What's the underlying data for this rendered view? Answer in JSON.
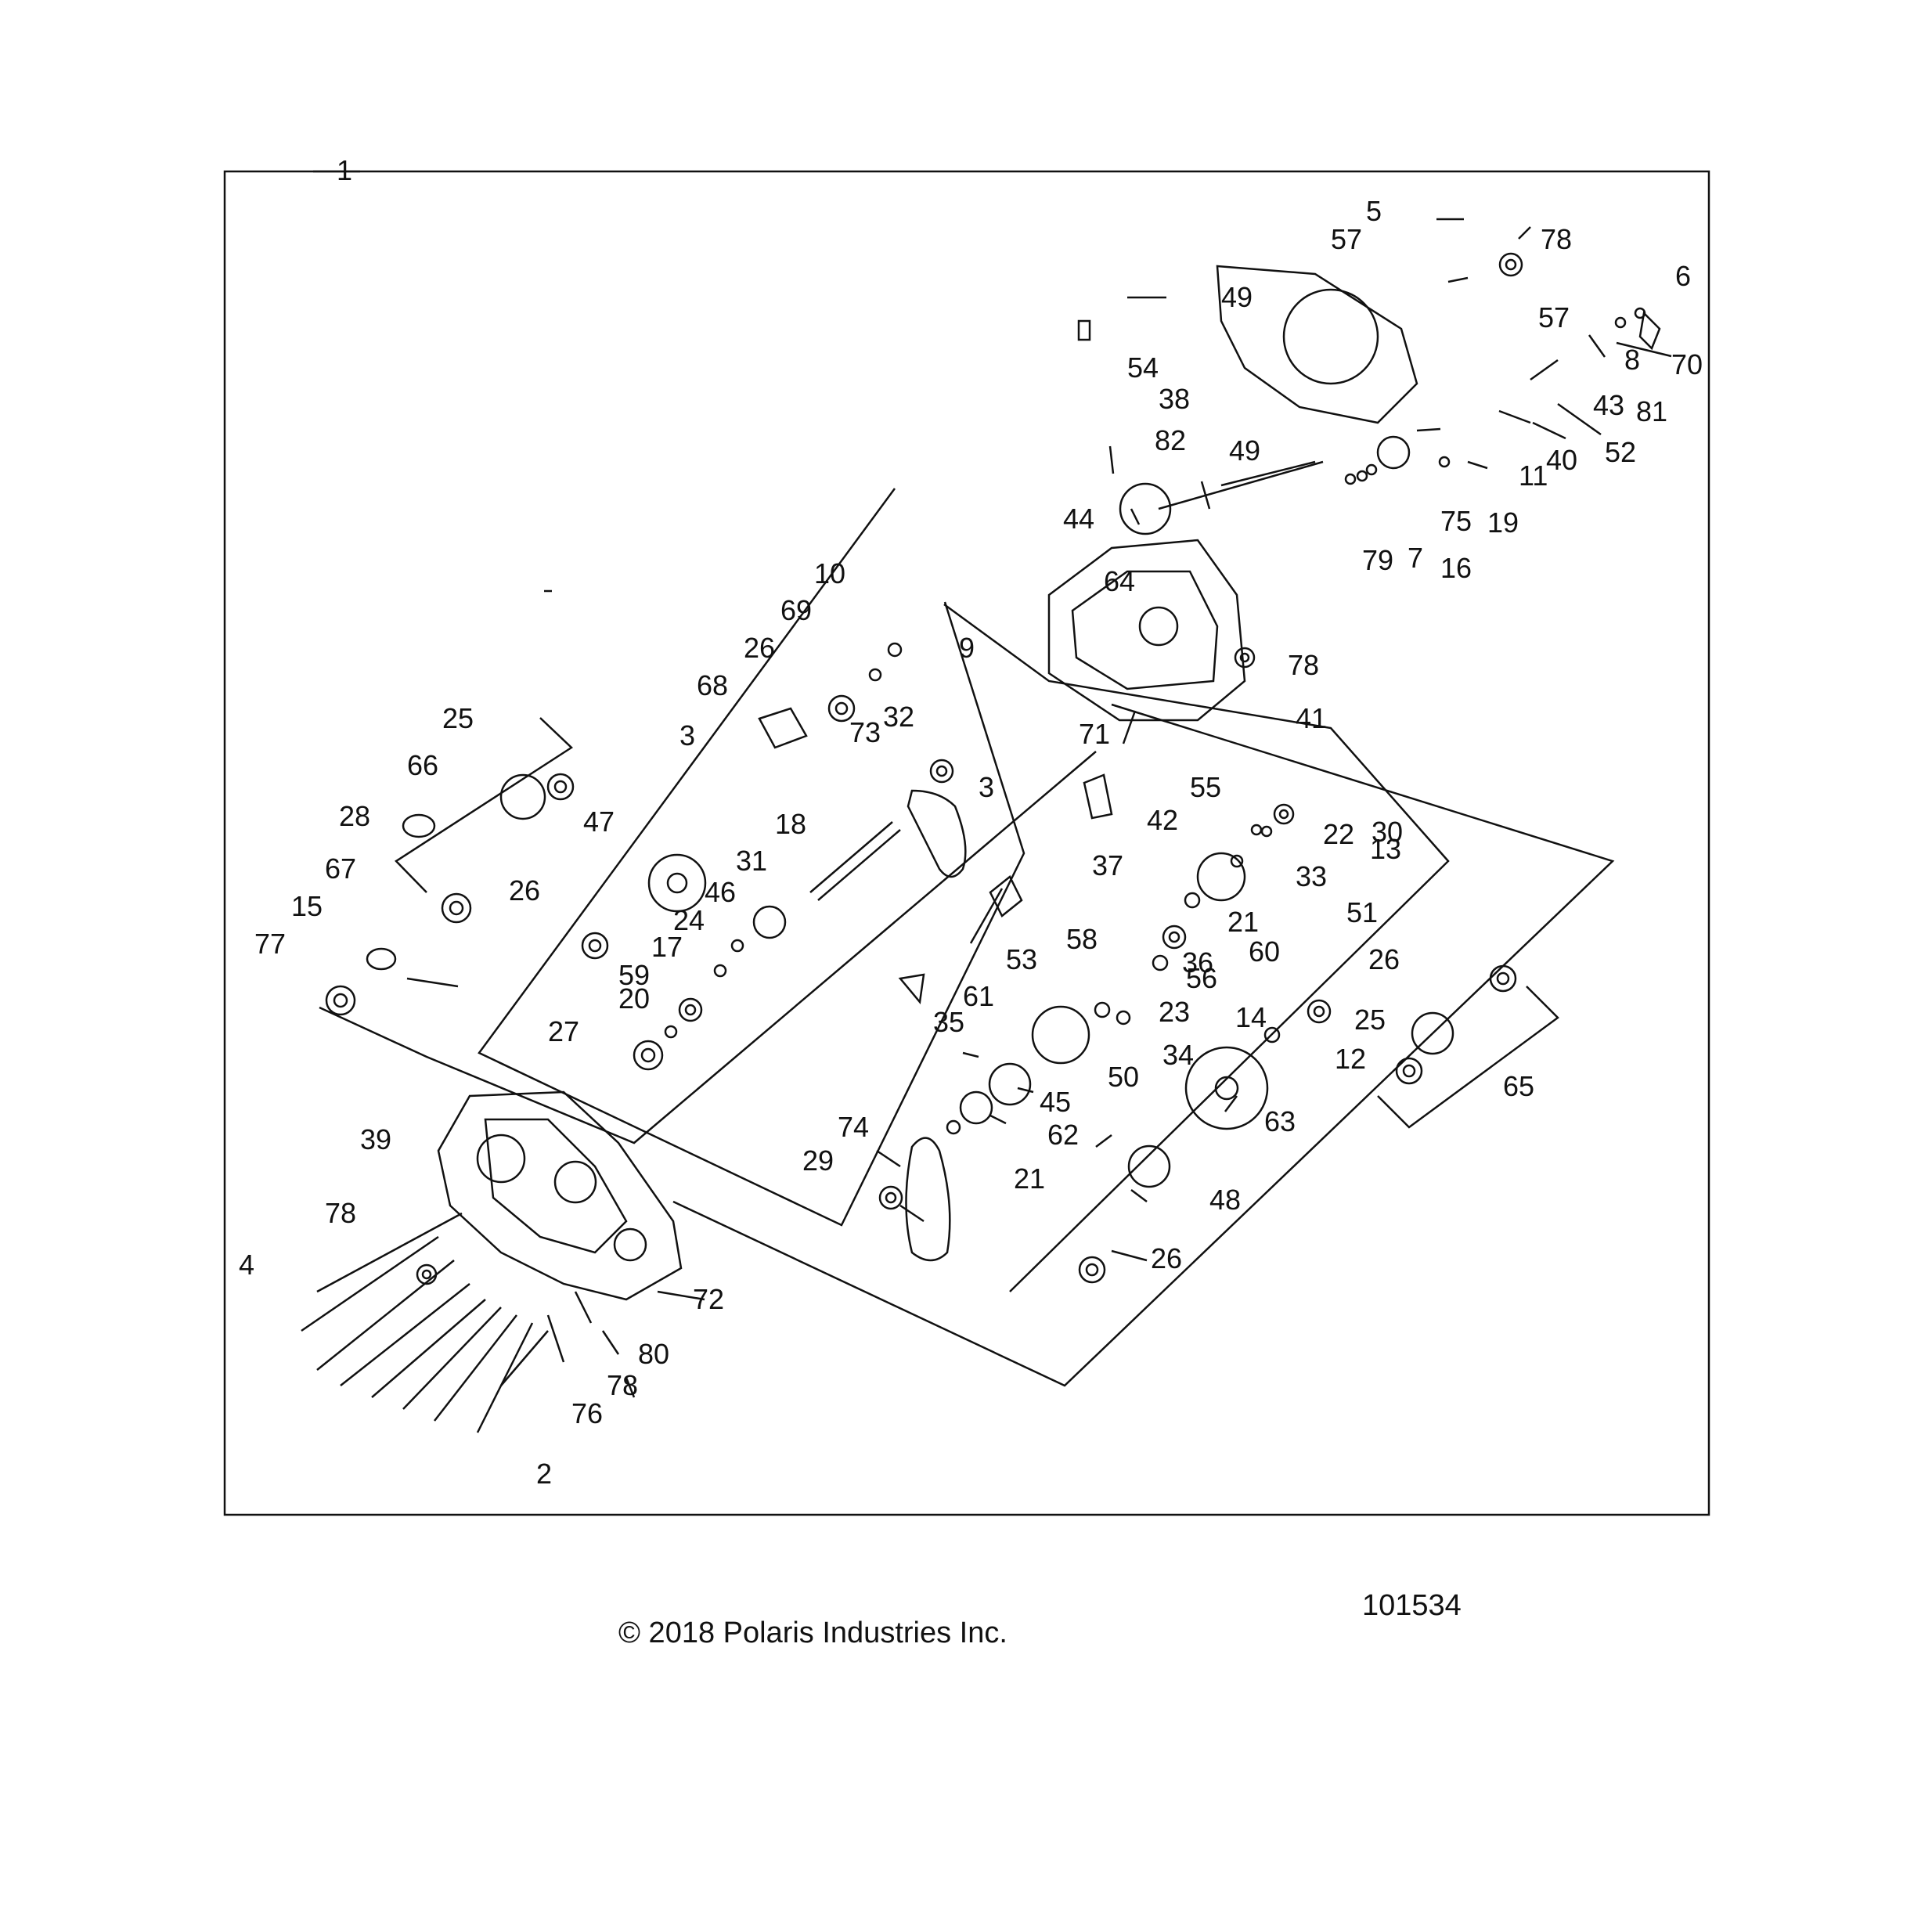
{
  "diagram": {
    "assembly_callout": "1",
    "callouts": [
      "2",
      "3",
      "4",
      "5",
      "6",
      "7",
      "8",
      "9",
      "10",
      "11",
      "12",
      "13",
      "14",
      "15",
      "16",
      "17",
      "18",
      "19",
      "20",
      "21",
      "22",
      "23",
      "24",
      "25",
      "26",
      "27",
      "28",
      "29",
      "30",
      "31",
      "32",
      "33",
      "34",
      "35",
      "36",
      "37",
      "38",
      "39",
      "40",
      "41",
      "42",
      "43",
      "44",
      "45",
      "46",
      "47",
      "48",
      "49",
      "50",
      "51",
      "52",
      "53",
      "54",
      "55",
      "56",
      "57",
      "58",
      "59",
      "60",
      "61",
      "62",
      "63",
      "64",
      "65",
      "66",
      "67",
      "68",
      "69",
      "70",
      "71",
      "72",
      "73",
      "74",
      "75",
      "76",
      "77",
      "78",
      "79",
      "80",
      "81",
      "82"
    ],
    "reference_number": "101534",
    "copyright": "© 2018 Polaris Industries Inc."
  }
}
